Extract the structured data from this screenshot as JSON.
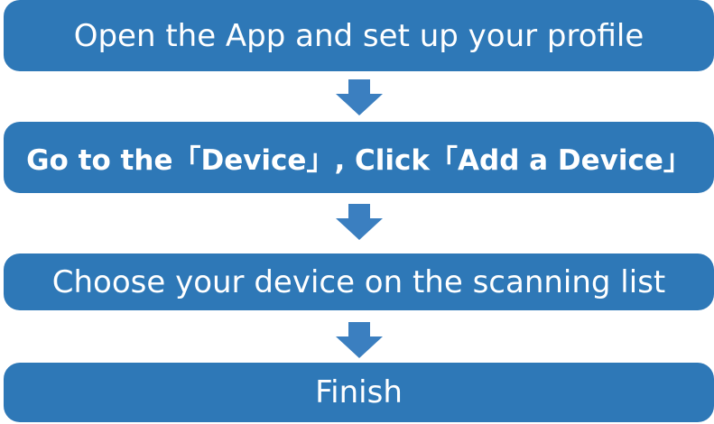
{
  "steps": [
    {
      "label": "Open the App and set up your profile"
    },
    {
      "label": "Go to the「Device」, Click「Add a Device」"
    },
    {
      "label": "Choose your device on the scanning list"
    },
    {
      "label": "Finish"
    }
  ],
  "colors": {
    "step_fill": "#2e78b7",
    "arrow_fill": "#3b7fc0",
    "text": "#ffffff"
  },
  "icons": {
    "connector": "down-arrow-icon"
  }
}
